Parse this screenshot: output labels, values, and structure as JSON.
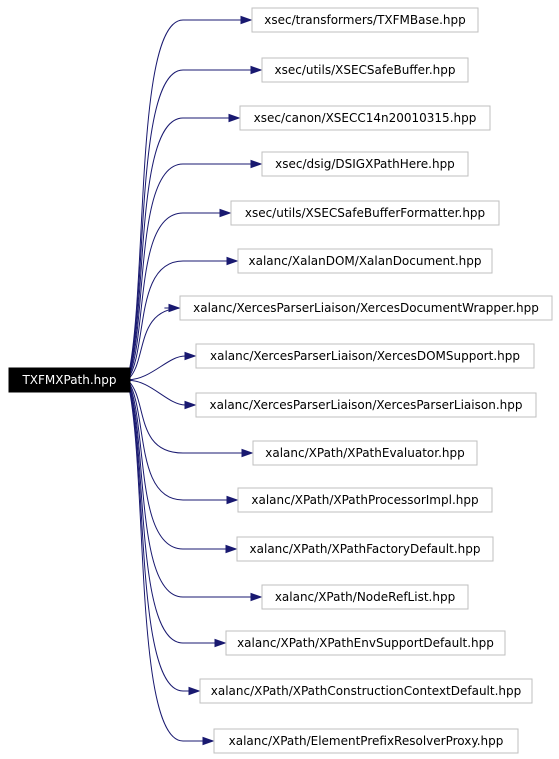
{
  "root": {
    "label": "TXFMXPath.hpp"
  },
  "includes": [
    "xsec/transformers/TXFMBase.hpp",
    "xsec/utils/XSECSafeBuffer.hpp",
    "xsec/canon/XSECC14n20010315.hpp",
    "xsec/dsig/DSIGXPathHere.hpp",
    "xsec/utils/XSECSafeBufferFormatter.hpp",
    "xalanc/XalanDOM/XalanDocument.hpp",
    "xalanc/XercesParserLiaison/XercesDocumentWrapper.hpp",
    "xalanc/XercesParserLiaison/XercesDOMSupport.hpp",
    "xalanc/XercesParserLiaison/XercesParserLiaison.hpp",
    "xalanc/XPath/XPathEvaluator.hpp",
    "xalanc/XPath/XPathProcessorImpl.hpp",
    "xalanc/XPath/XPathFactoryDefault.hpp",
    "xalanc/XPath/NodeRefList.hpp",
    "xalanc/XPath/XPathEnvSupportDefault.hpp",
    "xalanc/XPath/XPathConstructionContextDefault.hpp",
    "xalanc/XPath/ElementPrefixResolverProxy.hpp"
  ],
  "colors": {
    "edge": "#191970",
    "root_fill": "#000000",
    "root_text": "#ffffff",
    "node_border": "#bfbfbf"
  }
}
